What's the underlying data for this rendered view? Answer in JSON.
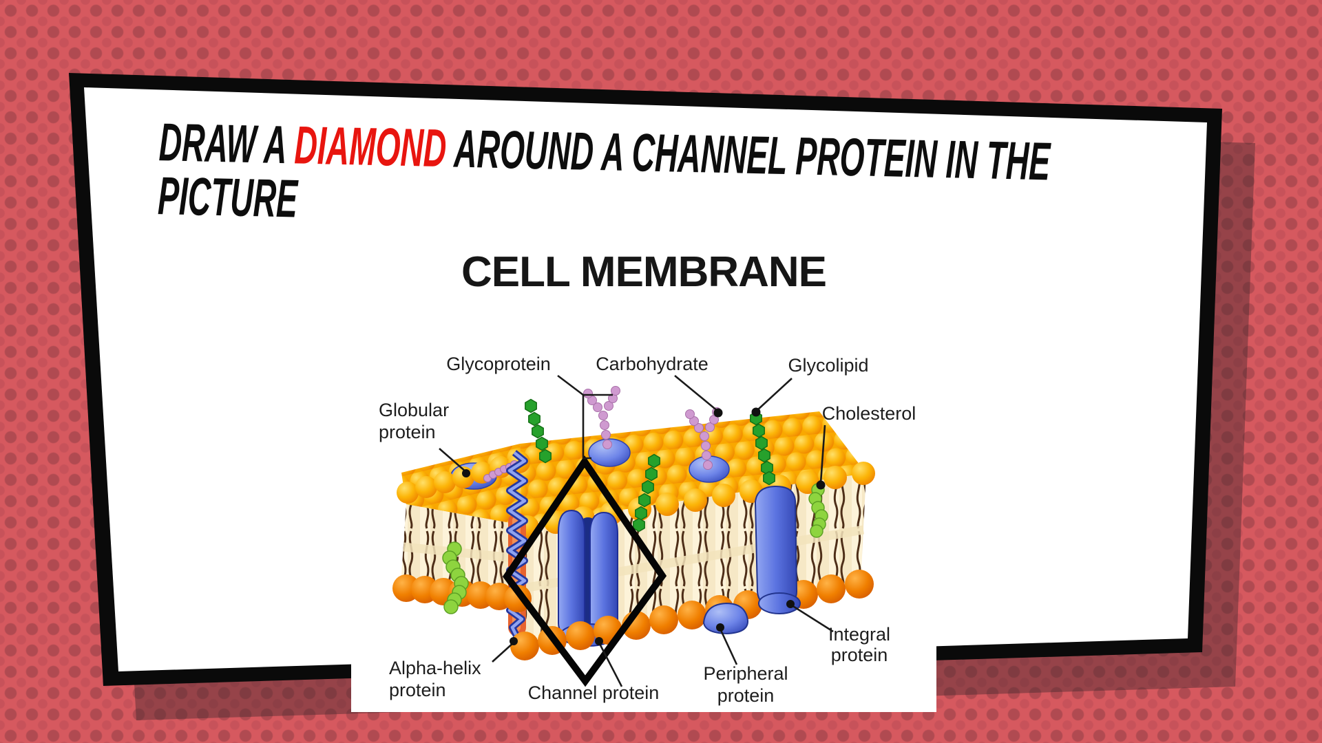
{
  "title": {
    "part1": "DRAW A ",
    "highlight": "DIAMOND",
    "part2": " AROUND A CHANNEL PROTEIN IN THE",
    "line2": "PICTURE"
  },
  "diagram": {
    "heading": "CELL MEMBRANE",
    "labels": {
      "glycoprotein": "Glycoprotein",
      "carbohydrate": "Carbohydrate",
      "glycolipid": "Glycolipid",
      "cholesterol": "Cholesterol",
      "globular": [
        "Globular",
        "protein"
      ],
      "alpha_helix": [
        "Alpha-helix",
        "protein"
      ],
      "channel": "Channel protein",
      "peripheral": [
        "Peripheral",
        "protein"
      ],
      "integral": [
        "Integral",
        "protein"
      ]
    },
    "annotation": "diamond outline drawn around channel protein"
  },
  "colors": {
    "accent": "#e8150f",
    "background": "#d6595f",
    "dots": "#b04a51",
    "card_border": "#0a0a0a",
    "card_face": "#ffffff",
    "shadow": "rgba(62,38,44,0.42)",
    "bead_orange": "#f7a600",
    "protein_blue": "#5b73e0",
    "glyco_green": "#26a12c",
    "cholesterol_green": "#8ed43f",
    "carb_pink": "#cf9ad0",
    "tails_brown": "#4e2e18",
    "label_text": "#1d1d1d"
  }
}
